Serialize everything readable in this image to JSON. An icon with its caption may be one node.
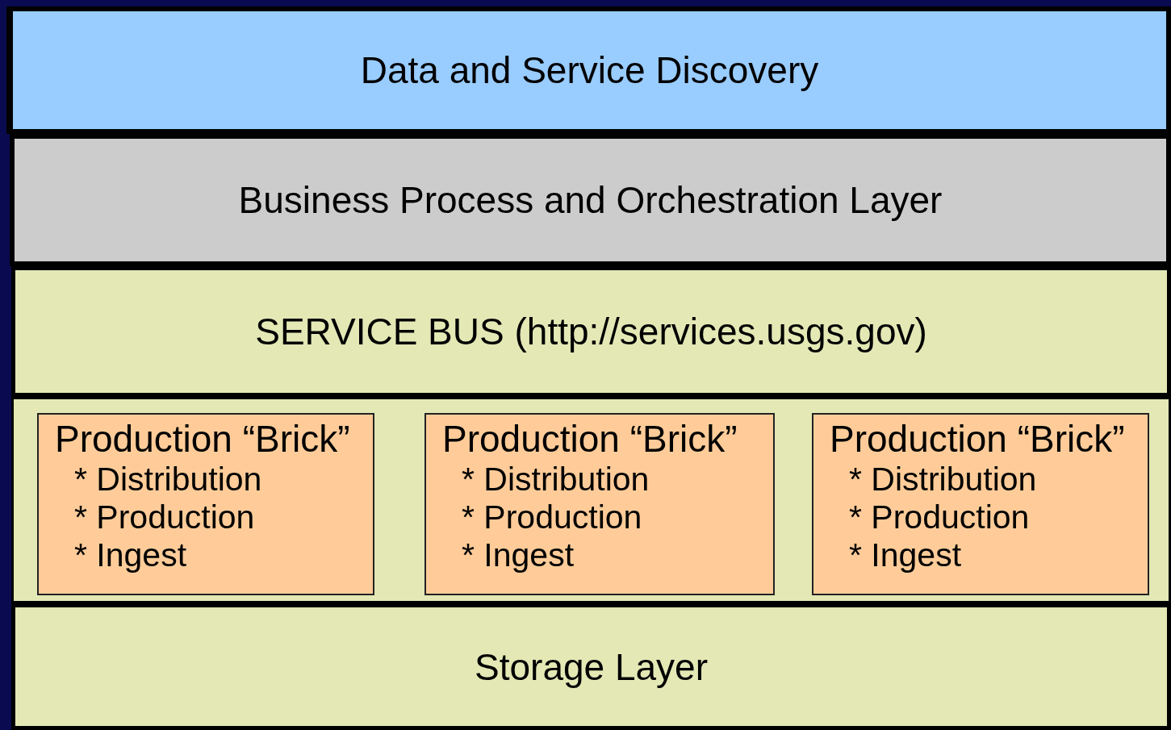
{
  "diagram": {
    "nodes": [
      {
        "text": [
          "Data and Service Discovery"
        ]
      },
      {
        "text": [
          "Business Process and Orchestration Layer"
        ]
      },
      {
        "text": [
          "SERVICE BUS (http://services.usgs.gov)"
        ]
      },
      {
        "text": [],
        "shape": "box"
      },
      {
        "text": [
          "Production “Brick”",
          "* Distribution",
          "* Production",
          "* Ingest"
        ],
        "in": 3
      },
      {
        "text": [
          "Production “Brick”",
          "* Distribution",
          "* Production",
          "* Ingest"
        ],
        "in": 3
      },
      {
        "text": [
          "Production “Brick”",
          "* Distribution",
          "* Production",
          "* Ingest"
        ],
        "in": 3
      },
      {
        "text": [
          "Storage Layer"
        ]
      }
    ]
  }
}
